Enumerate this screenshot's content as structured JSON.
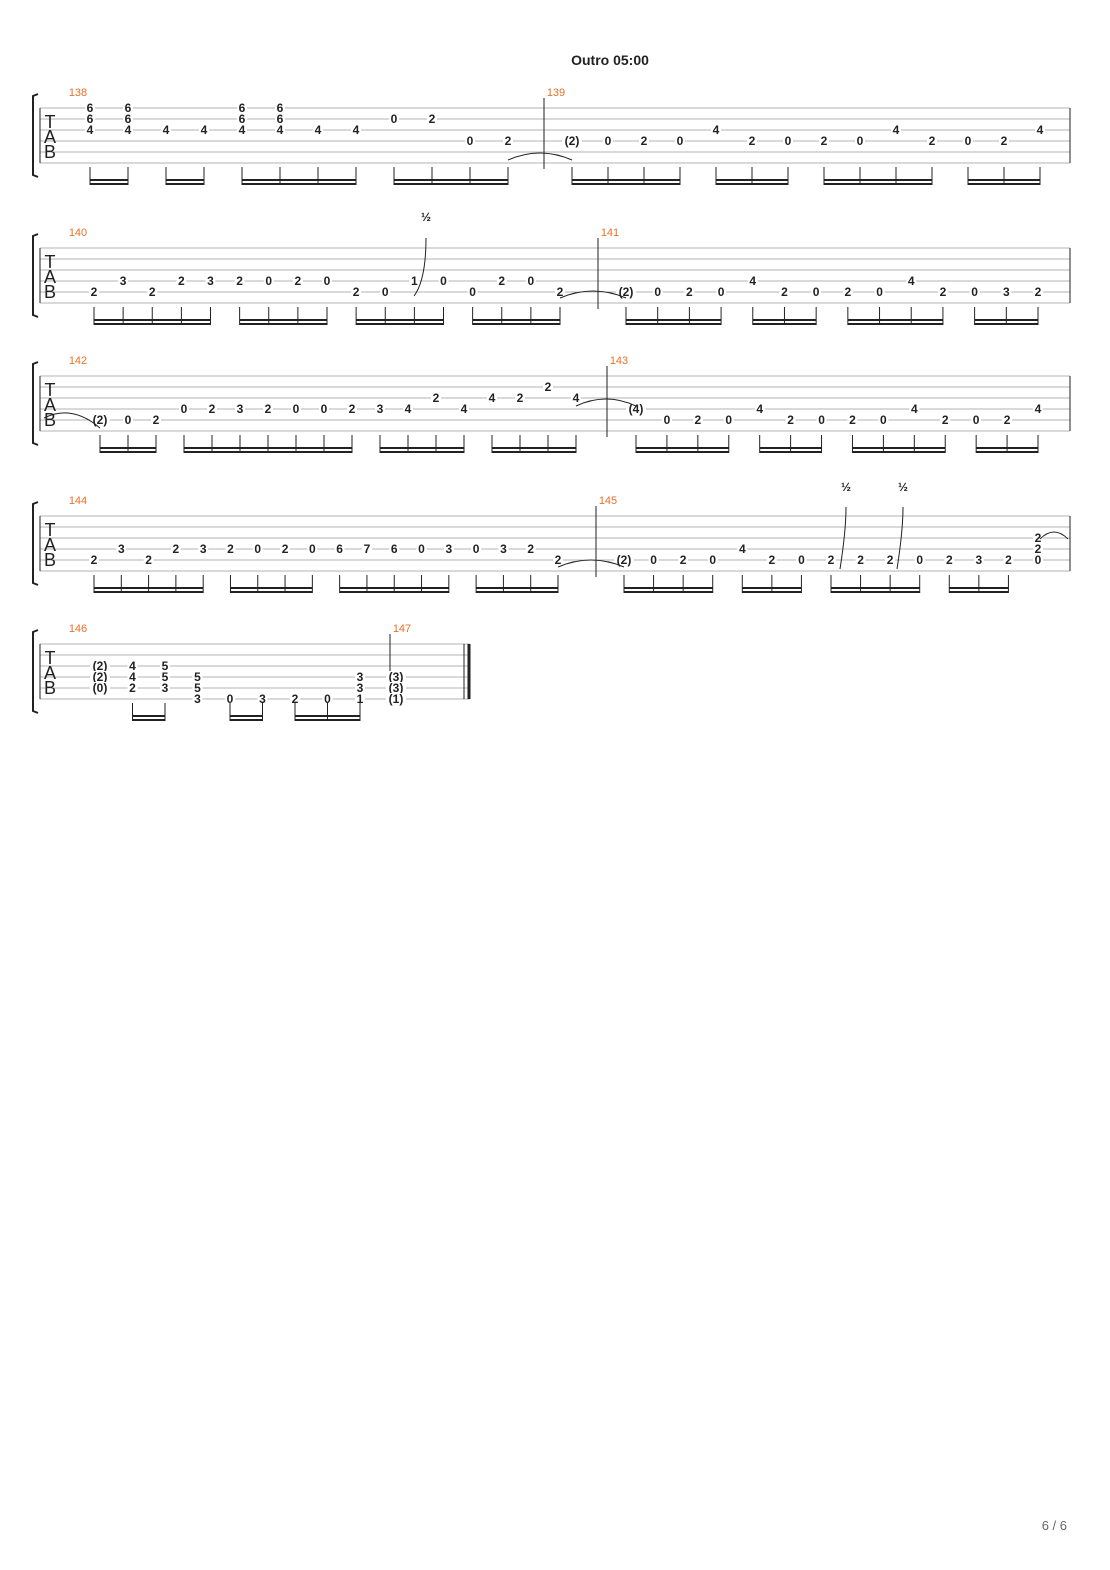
{
  "section_title": "Outro 05:00",
  "page_number": "6 / 6",
  "clef": [
    "T",
    "A",
    "B"
  ],
  "colors": {
    "measure_number": "#e8702a",
    "notation": "#222222",
    "staff_line": "#9a9a9a",
    "text": "#222222"
  },
  "bend_label": "½",
  "systems": [
    {
      "measures": [
        {
          "number": "138",
          "notes": [
            [
              [
                1,
                "6"
              ],
              [
                2,
                "6"
              ],
              [
                3,
                "4"
              ]
            ],
            [
              [
                1,
                "6"
              ],
              [
                2,
                "6"
              ],
              [
                3,
                "4"
              ]
            ],
            [
              [
                3,
                "4"
              ]
            ],
            [
              [
                3,
                "4"
              ]
            ],
            [
              [
                1,
                "6"
              ],
              [
                2,
                "6"
              ],
              [
                3,
                "4"
              ]
            ],
            [
              [
                1,
                "6"
              ],
              [
                2,
                "6"
              ],
              [
                3,
                "4"
              ]
            ],
            [
              [
                3,
                "4"
              ]
            ],
            [
              [
                3,
                "4"
              ]
            ],
            [
              [
                2,
                "0"
              ]
            ],
            [
              [
                2,
                "2"
              ]
            ],
            [
              [
                4,
                "0"
              ]
            ],
            [
              [
                4,
                "2"
              ]
            ]
          ]
        },
        {
          "number": "139",
          "notes": [
            [
              [
                4,
                "(2)"
              ]
            ],
            [
              [
                4,
                "0"
              ]
            ],
            [
              [
                4,
                "2"
              ]
            ],
            [
              [
                4,
                "0"
              ]
            ],
            [
              [
                3,
                "4"
              ]
            ],
            [
              [
                4,
                "2"
              ]
            ],
            [
              [
                4,
                "0"
              ]
            ],
            [
              [
                4,
                "2"
              ]
            ],
            [
              [
                4,
                "0"
              ]
            ],
            [
              [
                3,
                "4"
              ]
            ],
            [
              [
                4,
                "2"
              ]
            ],
            [
              [
                4,
                "0"
              ]
            ],
            [
              [
                4,
                "2"
              ]
            ],
            [
              [
                3,
                "4"
              ]
            ]
          ]
        }
      ]
    },
    {
      "measures": [
        {
          "number": "140",
          "notes": [
            [
              [
                5,
                "2"
              ]
            ],
            [
              [
                4,
                "3"
              ]
            ],
            [
              [
                5,
                "2"
              ]
            ],
            [
              [
                4,
                "2"
              ]
            ],
            [
              [
                4,
                "3"
              ]
            ],
            [
              [
                4,
                "2"
              ]
            ],
            [
              [
                4,
                "0"
              ]
            ],
            [
              [
                4,
                "2"
              ]
            ],
            [
              [
                4,
                "0"
              ]
            ],
            [
              [
                5,
                "2"
              ]
            ],
            [
              [
                5,
                "0"
              ]
            ],
            [
              [
                4,
                "1"
              ]
            ],
            [
              [
                4,
                "0"
              ]
            ],
            [
              [
                5,
                "0"
              ]
            ],
            [
              [
                4,
                "2"
              ]
            ],
            [
              [
                4,
                "0"
              ]
            ],
            [
              [
                5,
                "2"
              ]
            ]
          ]
        },
        {
          "number": "141",
          "notes": [
            [
              [
                5,
                "(2)"
              ]
            ],
            [
              [
                5,
                "0"
              ]
            ],
            [
              [
                5,
                "2"
              ]
            ],
            [
              [
                5,
                "0"
              ]
            ],
            [
              [
                4,
                "4"
              ]
            ],
            [
              [
                5,
                "2"
              ]
            ],
            [
              [
                5,
                "0"
              ]
            ],
            [
              [
                5,
                "2"
              ]
            ],
            [
              [
                5,
                "0"
              ]
            ],
            [
              [
                4,
                "4"
              ]
            ],
            [
              [
                5,
                "2"
              ]
            ],
            [
              [
                5,
                "0"
              ]
            ],
            [
              [
                5,
                "3"
              ]
            ],
            [
              [
                5,
                "2"
              ]
            ]
          ]
        }
      ]
    },
    {
      "measures": [
        {
          "number": "142",
          "notes": [
            [
              [
                5,
                "(2)"
              ]
            ],
            [
              [
                5,
                "0"
              ]
            ],
            [
              [
                5,
                "2"
              ]
            ],
            [
              [
                4,
                "0"
              ]
            ],
            [
              [
                4,
                "2"
              ]
            ],
            [
              [
                4,
                "3"
              ]
            ],
            [
              [
                4,
                "2"
              ]
            ],
            [
              [
                4,
                "0"
              ]
            ],
            [
              [
                4,
                "0"
              ]
            ],
            [
              [
                4,
                "2"
              ]
            ],
            [
              [
                4,
                "3"
              ]
            ],
            [
              [
                4,
                "4"
              ]
            ],
            [
              [
                3,
                "2"
              ]
            ],
            [
              [
                4,
                "4"
              ]
            ],
            [
              [
                3,
                "4"
              ]
            ],
            [
              [
                3,
                "2"
              ]
            ],
            [
              [
                2,
                "2"
              ]
            ],
            [
              [
                3,
                "4"
              ]
            ]
          ]
        },
        {
          "number": "143",
          "notes": [
            [
              [
                4,
                "(4)"
              ]
            ],
            [
              [
                5,
                "0"
              ]
            ],
            [
              [
                5,
                "2"
              ]
            ],
            [
              [
                5,
                "0"
              ]
            ],
            [
              [
                4,
                "4"
              ]
            ],
            [
              [
                5,
                "2"
              ]
            ],
            [
              [
                5,
                "0"
              ]
            ],
            [
              [
                5,
                "2"
              ]
            ],
            [
              [
                5,
                "0"
              ]
            ],
            [
              [
                4,
                "4"
              ]
            ],
            [
              [
                5,
                "2"
              ]
            ],
            [
              [
                5,
                "0"
              ]
            ],
            [
              [
                5,
                "2"
              ]
            ],
            [
              [
                4,
                "4"
              ]
            ]
          ]
        }
      ]
    },
    {
      "measures": [
        {
          "number": "144",
          "notes": [
            [
              [
                5,
                "2"
              ]
            ],
            [
              [
                4,
                "3"
              ]
            ],
            [
              [
                5,
                "2"
              ]
            ],
            [
              [
                4,
                "2"
              ]
            ],
            [
              [
                4,
                "3"
              ]
            ],
            [
              [
                4,
                "2"
              ]
            ],
            [
              [
                4,
                "0"
              ]
            ],
            [
              [
                4,
                "2"
              ]
            ],
            [
              [
                4,
                "0"
              ]
            ],
            [
              [
                4,
                "6"
              ]
            ],
            [
              [
                4,
                "7"
              ]
            ],
            [
              [
                4,
                "6"
              ]
            ],
            [
              [
                4,
                "0"
              ]
            ],
            [
              [
                4,
                "3"
              ]
            ],
            [
              [
                4,
                "0"
              ]
            ],
            [
              [
                4,
                "3"
              ]
            ],
            [
              [
                4,
                "2"
              ]
            ],
            [
              [
                5,
                "2"
              ]
            ]
          ]
        },
        {
          "number": "145",
          "notes": [
            [
              [
                5,
                "(2)"
              ]
            ],
            [
              [
                5,
                "0"
              ]
            ],
            [
              [
                5,
                "2"
              ]
            ],
            [
              [
                5,
                "0"
              ]
            ],
            [
              [
                4,
                "4"
              ]
            ],
            [
              [
                5,
                "2"
              ]
            ],
            [
              [
                5,
                "0"
              ]
            ],
            [
              [
                5,
                "2"
              ]
            ],
            [
              [
                5,
                "2"
              ]
            ],
            [
              [
                5,
                "2"
              ]
            ],
            [
              [
                5,
                "0"
              ]
            ],
            [
              [
                5,
                "2"
              ]
            ],
            [
              [
                5,
                "3"
              ]
            ],
            [
              [
                5,
                "2"
              ]
            ],
            [
              [
                3,
                "2"
              ],
              [
                4,
                "2"
              ],
              [
                5,
                "0"
              ]
            ]
          ]
        }
      ]
    },
    {
      "measures": [
        {
          "number": "146",
          "notes": [
            [
              [
                3,
                "(2)"
              ],
              [
                4,
                "(2)"
              ],
              [
                5,
                "(0)"
              ]
            ],
            [
              [
                3,
                "4"
              ],
              [
                4,
                "4"
              ],
              [
                5,
                "2"
              ]
            ],
            [
              [
                3,
                "5"
              ],
              [
                4,
                "5"
              ],
              [
                5,
                "3"
              ]
            ],
            [
              [
                4,
                "5"
              ],
              [
                5,
                "5"
              ],
              [
                6,
                "3"
              ]
            ],
            [
              [
                6,
                "0"
              ]
            ],
            [
              [
                6,
                "3"
              ]
            ],
            [
              [
                6,
                "2"
              ]
            ],
            [
              [
                6,
                "0"
              ]
            ],
            [
              [
                4,
                "3"
              ],
              [
                5,
                "3"
              ],
              [
                6,
                "1"
              ]
            ]
          ]
        },
        {
          "number": "147",
          "notes": [
            [
              [
                4,
                "(3)"
              ],
              [
                5,
                "(3)"
              ],
              [
                6,
                "(1)"
              ]
            ]
          ]
        }
      ]
    }
  ]
}
